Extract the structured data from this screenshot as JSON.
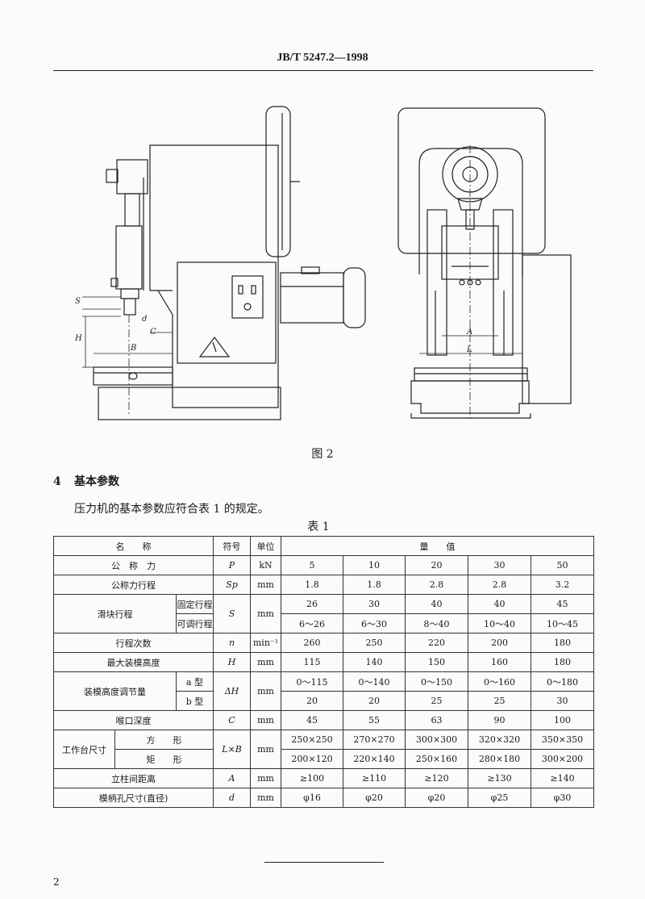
{
  "header": {
    "title": "JB/T 5247.2—1998"
  },
  "figure": {
    "caption": "图 2",
    "labels": {
      "S": "S",
      "H": "H",
      "B": "B",
      "d": "d",
      "C": "C",
      "A": "A",
      "L": "L"
    }
  },
  "section": {
    "number": "4",
    "title": "基本参数"
  },
  "intro": "压力机的基本参数应符合表 1 的规定。",
  "table": {
    "caption": "表 1",
    "headers": {
      "name": "名　　称",
      "symbol": "符号",
      "unit": "单位",
      "value": "量　　值"
    },
    "rows": [
      {
        "name": "公　称　力",
        "symbol": "P",
        "unit": "kN",
        "values": [
          "5",
          "10",
          "20",
          "30",
          "50"
        ]
      },
      {
        "name": "公称力行程",
        "symbol": "Sp",
        "unit": "mm",
        "values": [
          "1.8",
          "1.8",
          "2.8",
          "2.8",
          "3.2"
        ]
      },
      {
        "group": "滑块行程",
        "name": "固定行程",
        "symbol": "S",
        "unit": "mm",
        "values": [
          "26",
          "30",
          "40",
          "40",
          "45"
        ]
      },
      {
        "group": "滑块行程",
        "name": "可调行程",
        "values": [
          "6～26",
          "6～30",
          "8～40",
          "10～40",
          "10～45"
        ]
      },
      {
        "name": "行程次数",
        "symbol": "n",
        "unit": "min⁻¹",
        "values": [
          "260",
          "250",
          "220",
          "200",
          "180"
        ]
      },
      {
        "name": "最大装模高度",
        "symbol": "H",
        "unit": "mm",
        "values": [
          "115",
          "140",
          "150",
          "160",
          "180"
        ]
      },
      {
        "group": "装模高度调节量",
        "name": "a 型",
        "symbol": "ΔH",
        "unit": "mm",
        "values": [
          "0～115",
          "0～140",
          "0～150",
          "0～160",
          "0～180"
        ]
      },
      {
        "group": "装模高度调节量",
        "name": "b 型",
        "values": [
          "20",
          "20",
          "25",
          "25",
          "30"
        ]
      },
      {
        "name": "喉口深度",
        "symbol": "C",
        "unit": "mm",
        "values": [
          "45",
          "55",
          "63",
          "90",
          "100"
        ]
      },
      {
        "group": "工作台尺寸",
        "name": "方　　形",
        "symbol": "L×B",
        "unit": "mm",
        "values": [
          "250×250",
          "270×270",
          "300×300",
          "320×320",
          "350×350"
        ]
      },
      {
        "group": "工作台尺寸",
        "name": "矩　　形",
        "values": [
          "200×120",
          "220×140",
          "250×160",
          "280×180",
          "300×200"
        ]
      },
      {
        "name": "立柱间距离",
        "symbol": "A",
        "unit": "mm",
        "values": [
          "≥100",
          "≥110",
          "≥120",
          "≥130",
          "≥140"
        ]
      },
      {
        "name": "模柄孔尺寸(直径)",
        "symbol": "d",
        "unit": "mm",
        "values": [
          "φ16",
          "φ20",
          "φ20",
          "φ25",
          "φ30"
        ]
      }
    ]
  },
  "footer": {
    "page_number": "2"
  }
}
